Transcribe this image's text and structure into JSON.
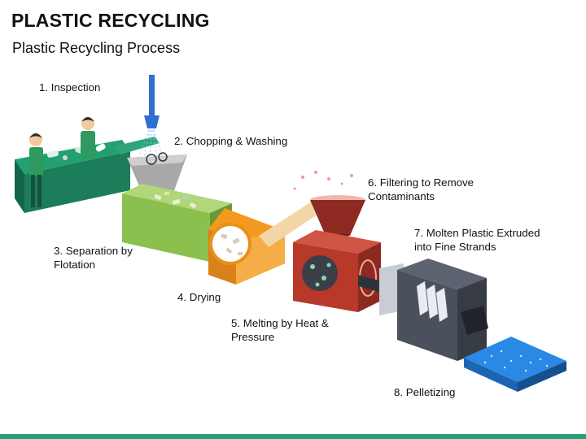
{
  "title": "PLASTIC RECYCLING",
  "subtitle": "Plastic Recycling Process",
  "steps": [
    {
      "number": "1.",
      "lines": [
        "Inspection"
      ]
    },
    {
      "number": "2.",
      "lines": [
        "Chopping & Washing"
      ]
    },
    {
      "number": "3.",
      "lines": [
        "Separation by",
        "Flotation"
      ]
    },
    {
      "number": "4.",
      "lines": [
        "Drying"
      ]
    },
    {
      "number": "5.",
      "lines": [
        "Melting by Heat &",
        "Pressure"
      ]
    },
    {
      "number": "6.",
      "lines": [
        "Filtering to Remove",
        "Contaminants"
      ]
    },
    {
      "number": "7.",
      "lines": [
        "Molten Plastic Extruded",
        "into Fine Strands"
      ]
    },
    {
      "number": "8.",
      "lines": [
        "Pelletizing"
      ]
    }
  ],
  "colors": {
    "conveyor": "#1f8a63",
    "chopper": "#9e9e9e",
    "flotation": "#8cc04e",
    "dryer": "#f39a1e",
    "melter": "#b8382a",
    "filter": "#8e2a22",
    "extruder": "#4a505c",
    "pellet_tray": "#1e6fc8",
    "bottom_bar": "#25a17a",
    "water": "#2f6fd0"
  }
}
